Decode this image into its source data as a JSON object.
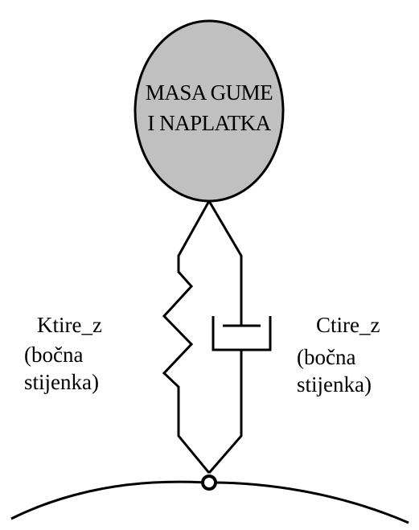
{
  "mass": {
    "line1": "MASA GUME",
    "line2": "I NAPLATKA",
    "fill_color": "#c0c0c0"
  },
  "spring": {
    "label": "Ktire_z",
    "sub1": "(bočna",
    "sub2": "stijenka)"
  },
  "damper": {
    "label": "Ctire_z",
    "sub1": "(bočna",
    "sub2": "stijenka)"
  },
  "colors": {
    "line": "#000000",
    "background": "#ffffff"
  }
}
